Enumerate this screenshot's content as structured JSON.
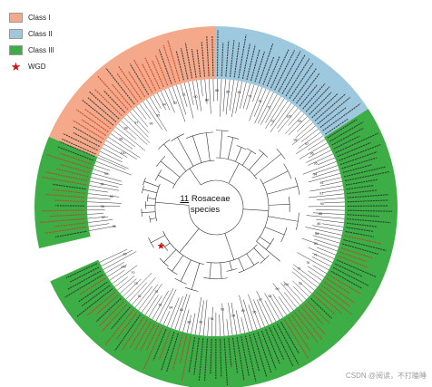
{
  "legend": {
    "items": [
      {
        "label": "Class I",
        "color": "#f4a98a"
      },
      {
        "label": "Class II",
        "color": "#9dc8de"
      },
      {
        "label": "Class III",
        "color": "#3cae45"
      }
    ],
    "wgd_label": "WGD",
    "wgd_color": "#d41414"
  },
  "center": {
    "count": "11",
    "line1": "Rosaceae",
    "line2": "species"
  },
  "watermark": "CSDN @阅读，不打瞌睡",
  "colors": {
    "leaf_red": "#c83a1e",
    "leaf_dark": "#2b2b2b",
    "branch": "#333333"
  },
  "support_values": [
    "100",
    "99",
    "98",
    "97",
    "96",
    "95",
    "94",
    "93",
    "91",
    "90",
    "88",
    "86",
    "84",
    "81",
    "79",
    "76",
    "73",
    "70"
  ]
}
